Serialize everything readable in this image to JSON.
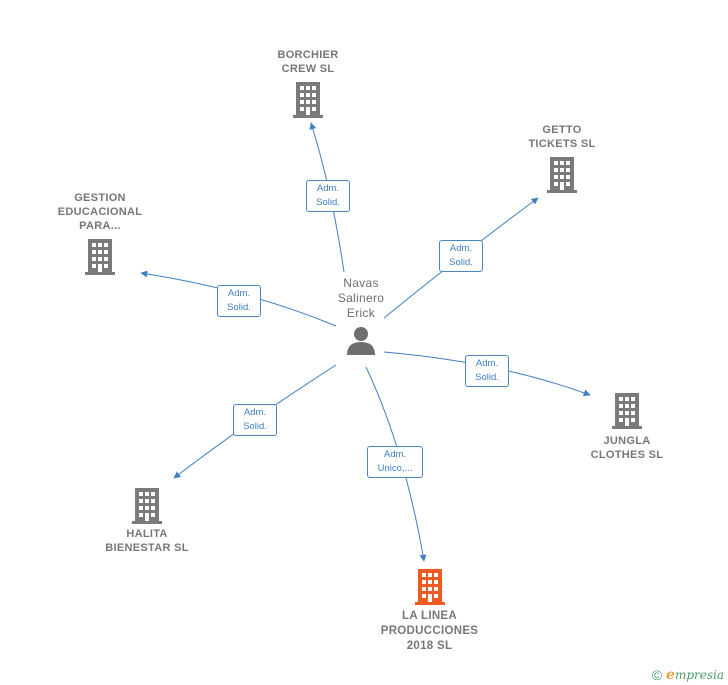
{
  "center": {
    "label": "Navas\nSalinero\nErick",
    "icon": "person-icon"
  },
  "companies": {
    "borchier": {
      "label": "BORCHIER\nCREW  SL",
      "icon": "building-icon",
      "color": "#7a7a7a"
    },
    "getto": {
      "label": "GETTO\nTICKETS SL",
      "icon": "building-icon",
      "color": "#7a7a7a"
    },
    "gestion": {
      "label": "GESTION\nEDUCACIONAL\nPARA...",
      "icon": "building-icon",
      "color": "#7a7a7a"
    },
    "jungla": {
      "label": "JUNGLA\nCLOTHES  SL",
      "icon": "building-icon",
      "color": "#7a7a7a"
    },
    "halita": {
      "label": "HALITA\nBIENESTAR  SL",
      "icon": "building-icon",
      "color": "#7a7a7a"
    },
    "lalinea": {
      "label": "LA LINEA\nPRODUCCIONES\n2018  SL",
      "icon": "building-icon",
      "color": "#f05a23"
    }
  },
  "relations": {
    "borchier": "Adm.\nSolid.",
    "getto": "Adm.\nSolid.",
    "gestion": "Adm.\nSolid.",
    "jungla": "Adm.\nSolid.",
    "halita": "Adm.\nSolid.",
    "lalinea": "Adm.\nUnico,..."
  },
  "colors": {
    "edge": "#3f7fc2",
    "badge_border": "#4a86c8",
    "person": "#6e6e6e"
  },
  "brand": {
    "copyright": "©",
    "initial": "e",
    "name": "mpresia"
  }
}
